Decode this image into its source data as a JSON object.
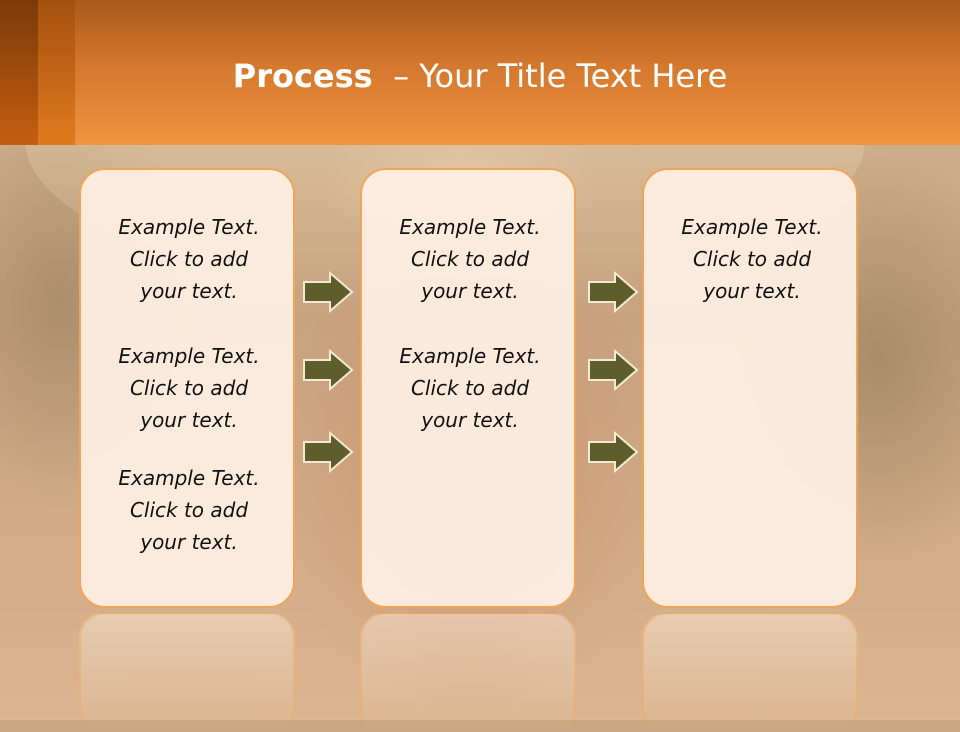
{
  "title": {
    "bold": "Process",
    "rest": "– Your Title Text Here"
  },
  "colors": {
    "header": "#ef9540",
    "box_border": "#f0a45a",
    "box_fill": "#fdeee2",
    "arrow": "#5d5e2c"
  },
  "columns": [
    {
      "items": [
        "Example Text.\nClick  to add\nyour text.",
        "Example Text.\nClick  to add\nyour text.",
        "Example Text.\nClick  to add\nyour text."
      ]
    },
    {
      "items": [
        "Example Text.\nClick  to add\nyour text.",
        "Example Text.\nClick  to add\nyour text."
      ]
    },
    {
      "items": [
        "Example Text.\nClick  to add\nyour text."
      ]
    }
  ],
  "arrows": {
    "group1_count": 3,
    "group2_count": 3,
    "icon": "right-arrow-icon"
  }
}
